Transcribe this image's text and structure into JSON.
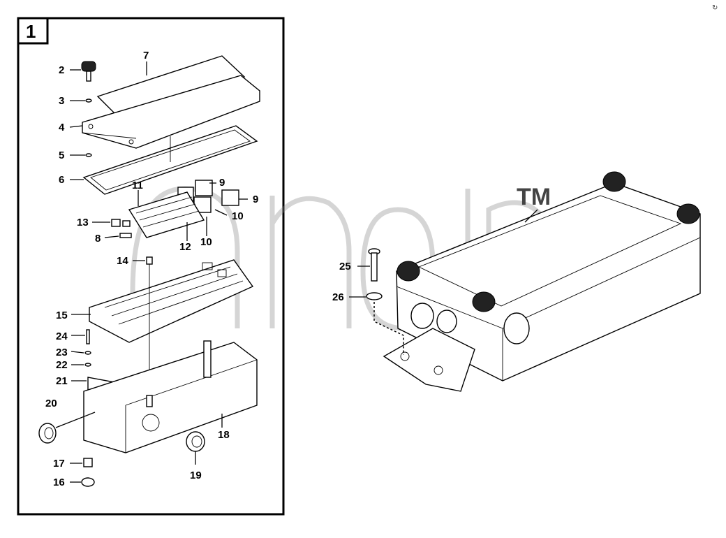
{
  "figure": {
    "badge": "1",
    "watermark_tm": "TM",
    "corner_mark": "↻"
  },
  "callouts": [
    "2",
    "3",
    "4",
    "5",
    "6",
    "7",
    "9",
    "9",
    "10",
    "10",
    "11",
    "12",
    "13",
    "8",
    "14",
    "15",
    "24",
    "23",
    "22",
    "21",
    "20",
    "17",
    "16",
    "18",
    "19",
    "25",
    "26",
    "1"
  ]
}
